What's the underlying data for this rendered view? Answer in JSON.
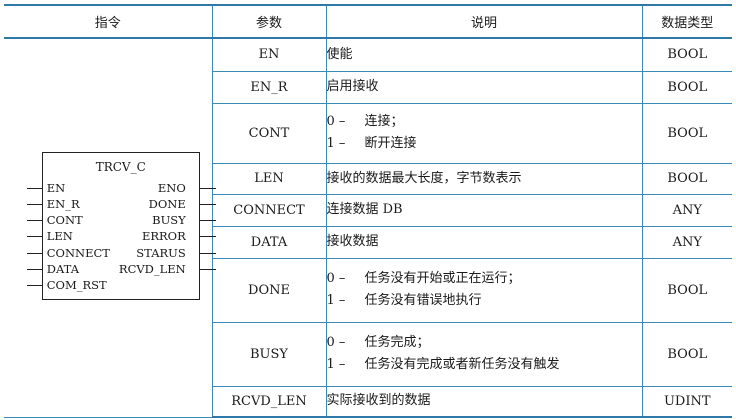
{
  "headers": {
    "instr": "指令",
    "param": "参数",
    "desc": "说明",
    "type": "数据类型"
  },
  "block": {
    "title": "TRCV_C",
    "inputs": [
      "EN",
      "EN_R",
      "CONT",
      "LEN",
      "CONNECT",
      "DATA",
      "COM_RST"
    ],
    "outputs": [
      "ENO",
      "DONE",
      "BUSY",
      "ERROR",
      "STARUS",
      "RCVD_LEN"
    ]
  },
  "rows": [
    {
      "param": "EN",
      "lines": [
        {
          "num": "",
          "text": "使能"
        }
      ],
      "type": "BOOL"
    },
    {
      "param": "EN_R",
      "lines": [
        {
          "num": "",
          "text": "启用接收"
        }
      ],
      "type": "BOOL"
    },
    {
      "param": "CONT",
      "lines": [
        {
          "num": "0 –",
          "text": "连接；"
        },
        {
          "num": "1 –",
          "text": "断开连接"
        }
      ],
      "type": "BOOL"
    },
    {
      "param": "LEN",
      "lines": [
        {
          "num": "",
          "text": "接收的数据最大长度，字节数表示"
        }
      ],
      "type": "BOOL"
    },
    {
      "param": "CONNECT",
      "lines": [
        {
          "num": "",
          "text": "连接数据 DB"
        }
      ],
      "type": "ANY"
    },
    {
      "param": "DATA",
      "lines": [
        {
          "num": "",
          "text": "接收数据"
        }
      ],
      "type": "ANY"
    },
    {
      "param": "DONE",
      "lines": [
        {
          "num": "0 –",
          "text": "任务没有开始或正在运行；"
        },
        {
          "num": "1 –",
          "text": "任务没有错误地执行"
        }
      ],
      "type": "BOOL"
    },
    {
      "param": "BUSY",
      "lines": [
        {
          "num": "0 –",
          "text": "任务完成；"
        },
        {
          "num": "1 –",
          "text": "任务没有完成或者新任务没有触发"
        }
      ],
      "type": "BOOL"
    },
    {
      "param": "RCVD_LEN",
      "lines": [
        {
          "num": "",
          "text": "实际接收到的数据"
        }
      ],
      "type": "UDINT"
    }
  ]
}
